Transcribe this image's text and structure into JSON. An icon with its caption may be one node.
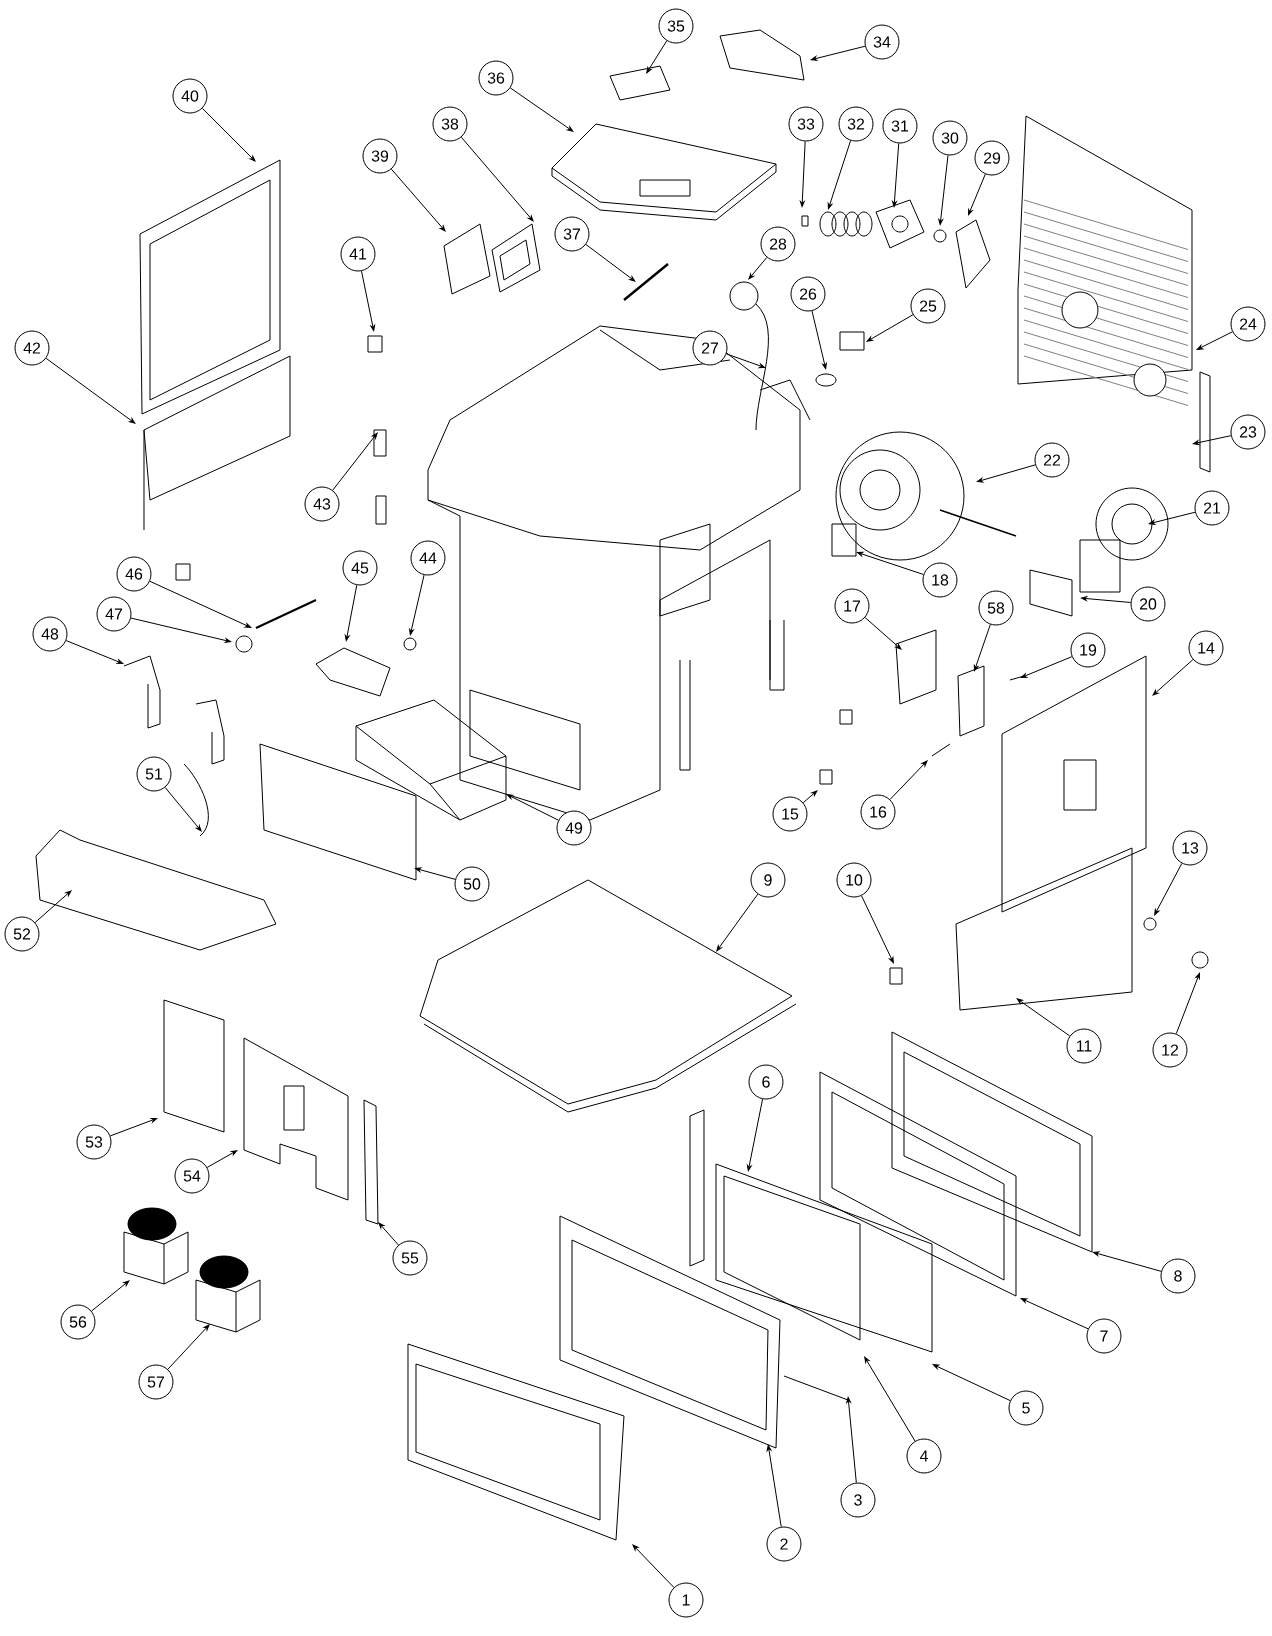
{
  "diagram": {
    "nodes": [
      {
        "text": [
          "1"
        ]
      },
      {
        "text": [
          "2"
        ]
      },
      {
        "text": [
          "3"
        ]
      },
      {
        "text": [
          "4"
        ]
      },
      {
        "text": [
          "5"
        ]
      },
      {
        "text": [
          "6"
        ]
      },
      {
        "text": [
          "7"
        ]
      },
      {
        "text": [
          "8"
        ]
      },
      {
        "text": [
          "9"
        ]
      },
      {
        "text": [
          "10"
        ]
      },
      {
        "text": [
          "11"
        ]
      },
      {
        "text": [
          "12"
        ]
      },
      {
        "text": [
          "13"
        ]
      },
      {
        "text": [
          "14"
        ]
      },
      {
        "text": [
          "15"
        ]
      },
      {
        "text": [
          "16"
        ]
      },
      {
        "text": [
          "17"
        ]
      },
      {
        "text": [
          "18"
        ]
      },
      {
        "text": [
          "19"
        ]
      },
      {
        "text": [
          "20"
        ]
      },
      {
        "text": [
          "21"
        ]
      },
      {
        "text": [
          "22"
        ]
      },
      {
        "text": [
          "23"
        ]
      },
      {
        "text": [
          "24"
        ]
      },
      {
        "text": [
          "25"
        ]
      },
      {
        "text": [
          "26"
        ]
      },
      {
        "text": [
          "27"
        ]
      },
      {
        "text": [
          "28"
        ]
      },
      {
        "text": [
          "29"
        ]
      },
      {
        "text": [
          "30"
        ]
      },
      {
        "text": [
          "31"
        ]
      },
      {
        "text": [
          "32"
        ]
      },
      {
        "text": [
          "33"
        ]
      },
      {
        "text": [
          "34"
        ]
      },
      {
        "text": [
          "35"
        ]
      },
      {
        "text": [
          "36"
        ]
      },
      {
        "text": [
          "37"
        ]
      },
      {
        "text": [
          "38"
        ]
      },
      {
        "text": [
          "39"
        ]
      },
      {
        "text": [
          "40"
        ]
      },
      {
        "text": [
          "41"
        ]
      },
      {
        "text": [
          "42"
        ]
      },
      {
        "text": [
          "43"
        ]
      },
      {
        "text": [
          "44"
        ]
      },
      {
        "text": [
          "45"
        ]
      },
      {
        "text": [
          "46"
        ]
      },
      {
        "text": [
          "47"
        ]
      },
      {
        "text": [
          "48"
        ]
      },
      {
        "text": [
          "49"
        ]
      },
      {
        "text": [
          "50"
        ]
      },
      {
        "text": [
          "51"
        ]
      },
      {
        "text": [
          "52"
        ]
      },
      {
        "text": [
          "53"
        ]
      },
      {
        "text": [
          "54"
        ]
      },
      {
        "text": [
          "55"
        ]
      },
      {
        "text": [
          "56"
        ]
      },
      {
        "text": [
          "57"
        ]
      },
      {
        "text": [
          "58"
        ]
      }
    ],
    "edges": [
      {
        "from": 0,
        "to": null,
        "arrow": "to"
      },
      {
        "from": 1,
        "to": null,
        "arrow": "to"
      },
      {
        "from": 2,
        "to": null,
        "arrow": "to"
      },
      {
        "from": 3,
        "to": null,
        "arrow": "to"
      },
      {
        "from": 4,
        "to": null,
        "arrow": "to"
      },
      {
        "from": 5,
        "to": null,
        "arrow": "to"
      },
      {
        "from": 6,
        "to": null,
        "arrow": "to"
      },
      {
        "from": 7,
        "to": null,
        "arrow": "to"
      },
      {
        "from": 8,
        "to": null,
        "arrow": "to"
      },
      {
        "from": 9,
        "to": null,
        "arrow": "to"
      },
      {
        "from": 10,
        "to": null,
        "arrow": "to"
      },
      {
        "from": 11,
        "to": null,
        "arrow": "to"
      },
      {
        "from": 12,
        "to": null,
        "arrow": "to"
      },
      {
        "from": 13,
        "to": null,
        "arrow": "to"
      },
      {
        "from": 14,
        "to": null,
        "arrow": "to"
      },
      {
        "from": 15,
        "to": null,
        "arrow": "to"
      },
      {
        "from": 16,
        "to": null,
        "arrow": "to"
      },
      {
        "from": 17,
        "to": null,
        "arrow": "to"
      },
      {
        "from": 18,
        "to": null,
        "arrow": "to"
      },
      {
        "from": 19,
        "to": null,
        "arrow": "to"
      },
      {
        "from": 20,
        "to": null,
        "arrow": "to"
      },
      {
        "from": 21,
        "to": null,
        "arrow": "to"
      },
      {
        "from": 22,
        "to": null,
        "arrow": "to"
      },
      {
        "from": 23,
        "to": null,
        "arrow": "to"
      },
      {
        "from": 24,
        "to": null,
        "arrow": "to"
      },
      {
        "from": 25,
        "to": null,
        "arrow": "to"
      },
      {
        "from": 26,
        "to": null,
        "arrow": "to"
      },
      {
        "from": 27,
        "to": null,
        "arrow": "to"
      },
      {
        "from": 28,
        "to": null,
        "arrow": "to"
      },
      {
        "from": 29,
        "to": null,
        "arrow": "to"
      },
      {
        "from": 30,
        "to": null,
        "arrow": "to"
      },
      {
        "from": 31,
        "to": null,
        "arrow": "to"
      },
      {
        "from": 32,
        "to": null,
        "arrow": "to"
      },
      {
        "from": 33,
        "to": null,
        "arrow": "to"
      },
      {
        "from": 34,
        "to": null,
        "arrow": "to"
      },
      {
        "from": 35,
        "to": null,
        "arrow": "to"
      },
      {
        "from": 36,
        "to": null,
        "arrow": "to"
      },
      {
        "from": 37,
        "to": null,
        "arrow": "to"
      },
      {
        "from": 38,
        "to": null,
        "arrow": "to"
      },
      {
        "from": 39,
        "to": null,
        "arrow": "to"
      },
      {
        "from": 40,
        "to": null,
        "arrow": "to"
      },
      {
        "from": 41,
        "to": null,
        "arrow": "to"
      },
      {
        "from": 42,
        "to": null,
        "arrow": "to"
      },
      {
        "from": 43,
        "to": null,
        "arrow": "to"
      },
      {
        "from": 44,
        "to": null,
        "arrow": "to"
      },
      {
        "from": 45,
        "to": null,
        "arrow": "to"
      },
      {
        "from": 46,
        "to": null,
        "arrow": "to"
      },
      {
        "from": 47,
        "to": null,
        "arrow": "to"
      },
      {
        "from": 48,
        "to": null,
        "arrow": "to"
      },
      {
        "from": 49,
        "to": null,
        "arrow": "to"
      },
      {
        "from": 50,
        "to": null,
        "arrow": "to"
      },
      {
        "from": 51,
        "to": null,
        "arrow": "to"
      },
      {
        "from": 52,
        "to": null,
        "arrow": "to"
      },
      {
        "from": 53,
        "to": null,
        "arrow": "to"
      },
      {
        "from": 54,
        "to": null,
        "arrow": "to"
      },
      {
        "from": 55,
        "to": null,
        "arrow": "to"
      },
      {
        "from": 56,
        "to": null,
        "arrow": "to"
      },
      {
        "from": 57,
        "to": null,
        "arrow": "to"
      }
    ]
  }
}
